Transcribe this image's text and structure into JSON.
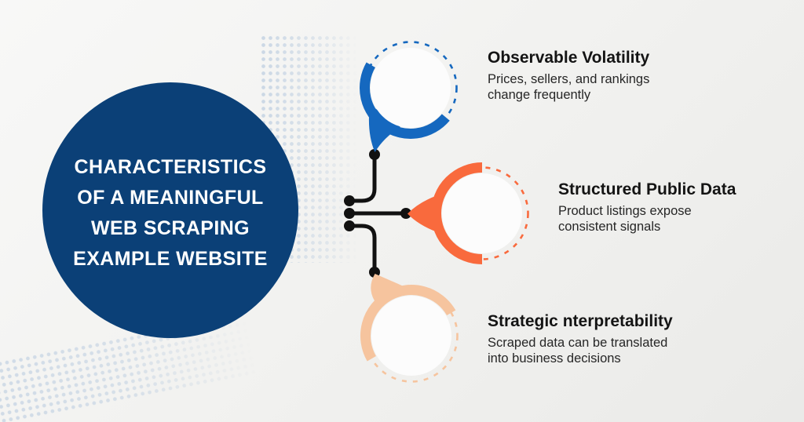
{
  "canvas": {
    "background_light": "#f8f8f7",
    "background_dark": "#eaeae8",
    "halftone_dot_color": "#c9d6e4"
  },
  "hub": {
    "color": "#0b4077",
    "text_color": "#ffffff",
    "title_lines": [
      "CHARACTERISTICS",
      "OF A MEANINGFUL",
      "WEB SCRAPING",
      "EXAMPLE WEBSITE"
    ]
  },
  "connectors": {
    "color": "#111111"
  },
  "nodes": [
    {
      "title": "Observable Volatility",
      "description_lines": [
        "Prices, sellers, and rankings",
        "change frequently"
      ],
      "color": "#1568bf"
    },
    {
      "title": "Structured Public Data",
      "description_lines": [
        "Product listings expose",
        "consistent signals"
      ],
      "color": "#f96a3d"
    },
    {
      "title": "Strategic nterpretability",
      "description_lines": [
        "Scraped data can be translated",
        "into business decisions"
      ],
      "color": "#f6c49e"
    }
  ]
}
